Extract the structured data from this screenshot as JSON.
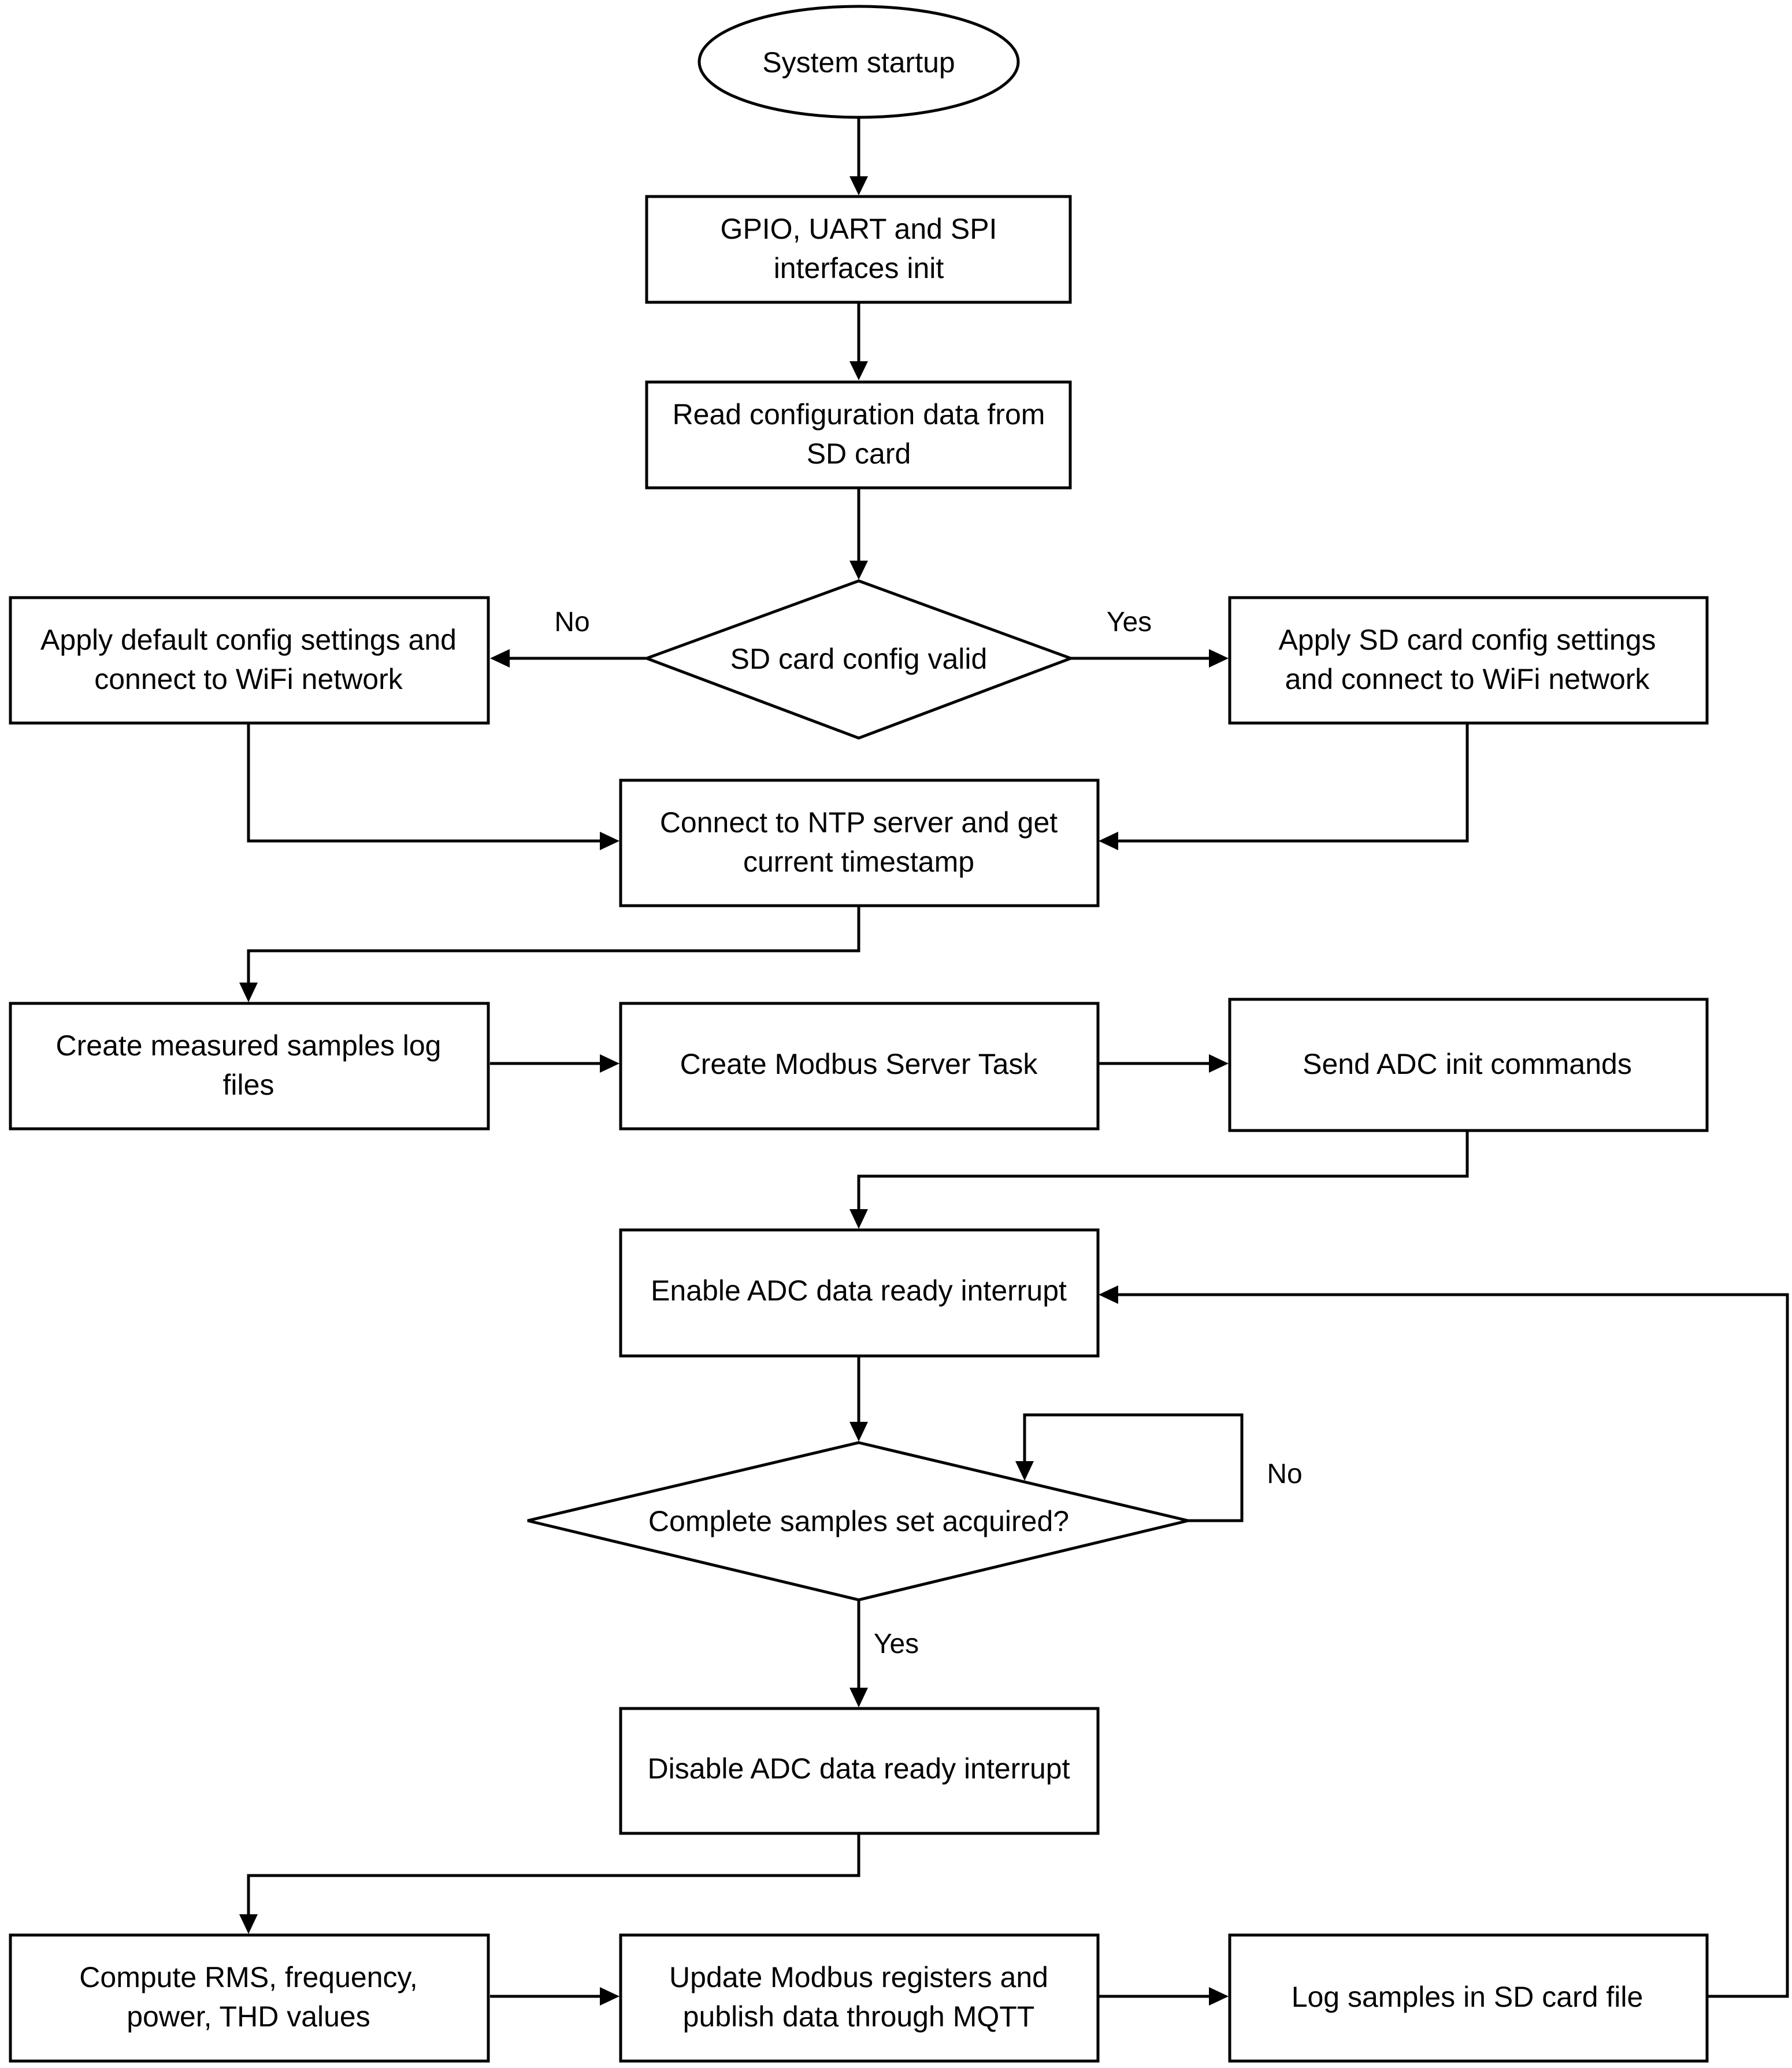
{
  "nodes": {
    "start": "System startup",
    "init": [
      "GPIO, UART and SPI",
      "interfaces init"
    ],
    "read_config": [
      "Read configuration data from",
      "SD card"
    ],
    "config_valid": "SD card config valid",
    "apply_default": [
      "Apply default config settings and",
      "connect to WiFi network"
    ],
    "apply_sd": [
      "Apply SD card config settings",
      "and connect to WiFi network"
    ],
    "ntp": [
      "Connect to NTP server and get",
      "current timestamp"
    ],
    "create_logs": [
      "Create measured samples log",
      "files"
    ],
    "modbus_task": "Create Modbus Server Task",
    "adc_init": "Send ADC init commands",
    "enable_irq": "Enable ADC data ready interrupt",
    "samples_acquired": "Complete samples set acquired?",
    "disable_irq": "Disable ADC data ready interrupt",
    "compute": [
      "Compute RMS, frequency,",
      "power, THD values"
    ],
    "update_modbus": [
      "Update Modbus registers and",
      "publish data through MQTT"
    ],
    "log_samples": "Log samples in SD card file"
  },
  "edge_labels": {
    "config_no": "No",
    "config_yes": "Yes",
    "samples_no": "No",
    "samples_yes": "Yes"
  }
}
